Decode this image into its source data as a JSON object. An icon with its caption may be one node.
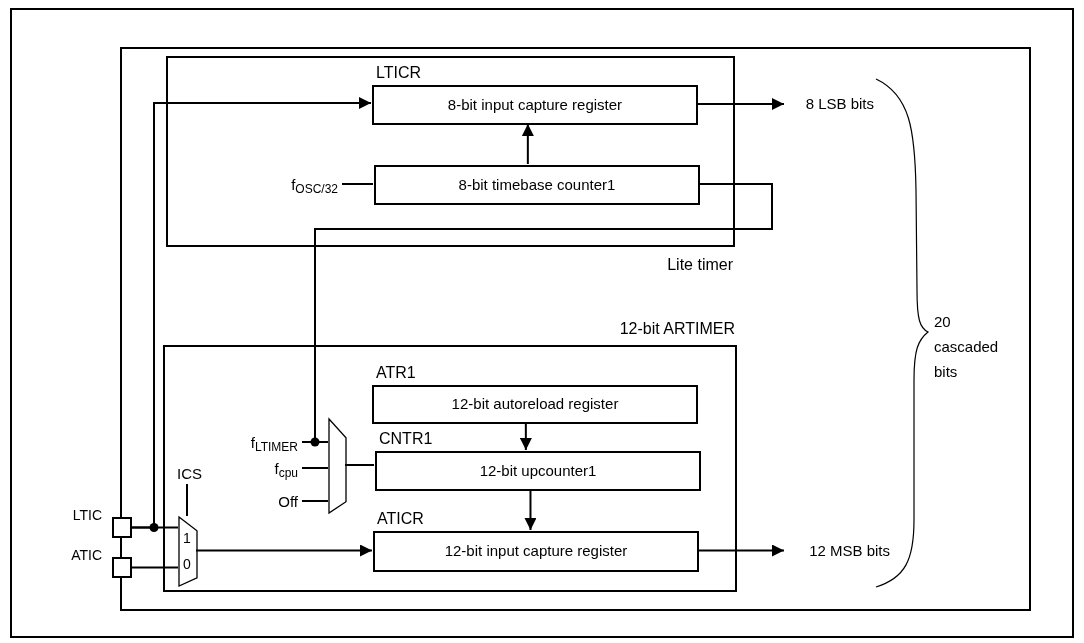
{
  "diagram": {
    "nodes": [
      {
        "text": [
          "Lite timer"
        ]
      },
      {
        "text": [
          "LTICR",
          "8-bit input capture register"
        ],
        "in": 0
      },
      {
        "text": [
          "8-bit timebase counter1"
        ],
        "in": 0
      },
      {
        "text": [
          "f$_{OSC/32}$"
        ],
        "in": 0
      },
      {
        "text": [
          "12-bit ARTIMER"
        ]
      },
      {
        "text": [
          "ATR1",
          "12-bit autoreload register"
        ],
        "in": 4
      },
      {
        "text": [
          "CNTR1",
          "12-bit upcounter1"
        ],
        "in": 4
      },
      {
        "text": [
          "ATICR",
          "12-bit input capture register"
        ],
        "in": 4
      },
      {
        "text": [],
        "shape": "trapezoid",
        "in": 4
      },
      {
        "text": [
          "f$_{LTIMER}$"
        ],
        "in": 4
      },
      {
        "text": [
          "f$_{cpu}$"
        ],
        "in": 4
      },
      {
        "text": [
          "Off"
        ],
        "in": 4
      },
      {
        "text": [
          "1",
          "0"
        ],
        "in": 4
      },
      {
        "text": [
          "ICS"
        ],
        "in": 4
      },
      {
        "text": [],
        "shape": "box",
        "beside": [
          "LTIC"
        ]
      },
      {
        "text": [],
        "shape": "box",
        "beside": [
          "ATIC"
        ]
      },
      {
        "text": [
          "8 LSB bits"
        ]
      },
      {
        "text": [
          "12 MSB bits"
        ]
      }
    ],
    "edges": [
      {
        "from": 3,
        "to": 2,
        "arrow": "none"
      },
      {
        "from": 2,
        "to": 1,
        "arrow": "to"
      },
      {
        "from": 14,
        "to": 12,
        "arrow": "none"
      },
      {
        "from": 14,
        "to": 1,
        "arrow": "to"
      },
      {
        "from": 15,
        "to": 12,
        "arrow": "none"
      },
      {
        "from": 13,
        "to": 12,
        "arrow": "none"
      },
      {
        "from": 12,
        "to": 7,
        "arrow": "to"
      },
      {
        "from": 5,
        "to": 6,
        "arrow": "to"
      },
      {
        "from": 6,
        "to": 7,
        "arrow": "to"
      },
      {
        "from": 9,
        "to": 8,
        "arrow": "none"
      },
      {
        "from": 10,
        "to": 8,
        "arrow": "none"
      },
      {
        "from": 11,
        "to": 8,
        "arrow": "none"
      },
      {
        "from": 2,
        "to": 8,
        "arrow": "none"
      },
      {
        "from": 8,
        "to": 6,
        "arrow": "none"
      },
      {
        "from": 1,
        "to": 16,
        "arrow": "to"
      },
      {
        "from": 7,
        "to": 17,
        "arrow": "to"
      }
    ],
    "labels": [
      "20 cascaded bits"
    ]
  }
}
